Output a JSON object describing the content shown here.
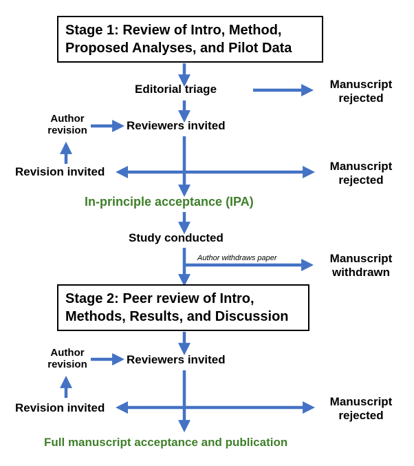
{
  "stage1": {
    "line1": "Stage 1: Review of Intro, Method,",
    "line2": "Proposed Analyses, and Pilot Data"
  },
  "editorial_triage": "Editorial triage",
  "rejected1": {
    "line1": "Manuscript",
    "line2": "rejected"
  },
  "author_revision1": {
    "line1": "Author",
    "line2": "revision"
  },
  "reviewers_invited1": "Reviewers invited",
  "revision_invited1": "Revision invited",
  "rejected2": {
    "line1": "Manuscript",
    "line2": "rejected"
  },
  "ipa": "In-principle acceptance (IPA)",
  "study_conducted": "Study conducted",
  "author_withdraws": "Author withdraws paper",
  "withdrawn": {
    "line1": "Manuscript",
    "line2": "withdrawn"
  },
  "stage2": {
    "line1": "Stage 2: Peer review of Intro,",
    "line2": "Methods, Results, and Discussion"
  },
  "author_revision2": {
    "line1": "Author",
    "line2": "revision"
  },
  "reviewers_invited2": "Reviewers invited",
  "revision_invited2": "Revision invited",
  "rejected3": {
    "line1": "Manuscript",
    "line2": "rejected"
  },
  "final_acceptance": "Full manuscript acceptance and publication",
  "colors": {
    "arrow": "#4472c4",
    "accent_text": "#3f7f2a",
    "box_border": "#000000"
  }
}
